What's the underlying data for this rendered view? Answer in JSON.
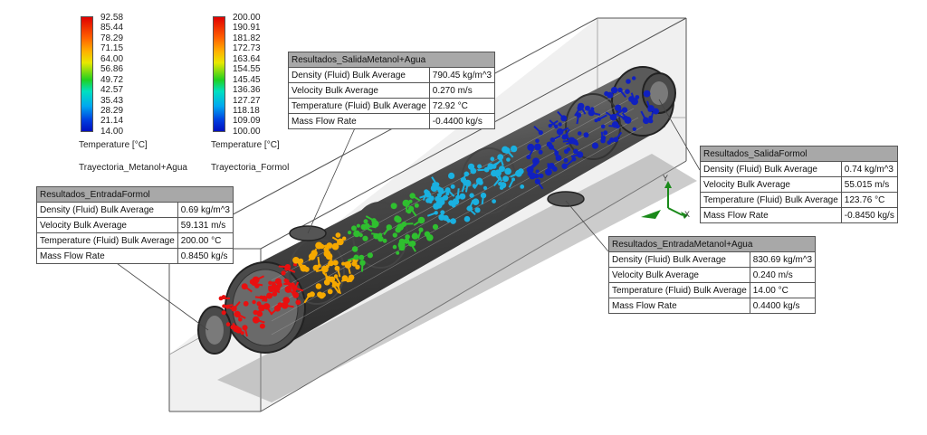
{
  "legend_methanol": {
    "ticks": [
      "92.58",
      "85.44",
      "78.29",
      "71.15",
      "64.00",
      "56.86",
      "49.72",
      "42.57",
      "35.43",
      "28.29",
      "21.14",
      "14.00"
    ],
    "unit": "Temperature [°C]",
    "trajectory": "Trayectoria_Metanol+Agua",
    "max": 92.58,
    "min": 14.0
  },
  "legend_formol": {
    "ticks": [
      "200.00",
      "190.91",
      "181.82",
      "172.73",
      "163.64",
      "154.55",
      "145.45",
      "136.36",
      "127.27",
      "118.18",
      "109.09",
      "100.00"
    ],
    "unit": "Temperature [°C]",
    "trajectory": "Trayectoria_Formol",
    "max": 200.0,
    "min": 100.0
  },
  "tables": {
    "entrada_formol": {
      "title": "Resultados_EntradaFormol",
      "rows": [
        {
          "label": "Density (Fluid) Bulk Average",
          "value": "0.69 kg/m^3"
        },
        {
          "label": "Velocity Bulk Average",
          "value": "59.131 m/s"
        },
        {
          "label": "Temperature (Fluid) Bulk Average",
          "value": "200.00 °C"
        },
        {
          "label": "Mass Flow Rate",
          "value": "0.8450 kg/s"
        }
      ]
    },
    "salida_metanol": {
      "title": "Resultados_SalidaMetanol+Agua",
      "rows": [
        {
          "label": "Density (Fluid) Bulk Average",
          "value": "790.45 kg/m^3"
        },
        {
          "label": "Velocity Bulk Average",
          "value": "0.270 m/s"
        },
        {
          "label": "Temperature (Fluid) Bulk Average",
          "value": "72.92 °C"
        },
        {
          "label": "Mass Flow Rate",
          "value": "-0.4400 kg/s"
        }
      ]
    },
    "salida_formol": {
      "title": "Resultados_SalidaFormol",
      "rows": [
        {
          "label": "Density (Fluid) Bulk Average",
          "value": "0.74 kg/m^3"
        },
        {
          "label": "Velocity Bulk Average",
          "value": "55.015 m/s"
        },
        {
          "label": "Temperature (Fluid) Bulk Average",
          "value": "123.76 °C"
        },
        {
          "label": "Mass Flow Rate",
          "value": "-0.8450 kg/s"
        }
      ]
    },
    "entrada_metanol": {
      "title": "Resultados_EntradaMetanol+Agua",
      "rows": [
        {
          "label": "Density (Fluid) Bulk Average",
          "value": "830.69 kg/m^3"
        },
        {
          "label": "Velocity Bulk Average",
          "value": "0.240 m/s"
        },
        {
          "label": "Temperature (Fluid) Bulk Average",
          "value": "14.00 °C"
        },
        {
          "label": "Mass Flow Rate",
          "value": "0.4400 kg/s"
        }
      ]
    }
  },
  "triad": {
    "x": "X",
    "y": "Y"
  },
  "colors": {
    "hot": "#e81010",
    "warm": "#f5a800",
    "mid": "#2fbf2f",
    "cool": "#1ab0e0",
    "cold": "#1020c0",
    "shell": "#5a5a5a",
    "box_fill": "#dcdcdc"
  }
}
